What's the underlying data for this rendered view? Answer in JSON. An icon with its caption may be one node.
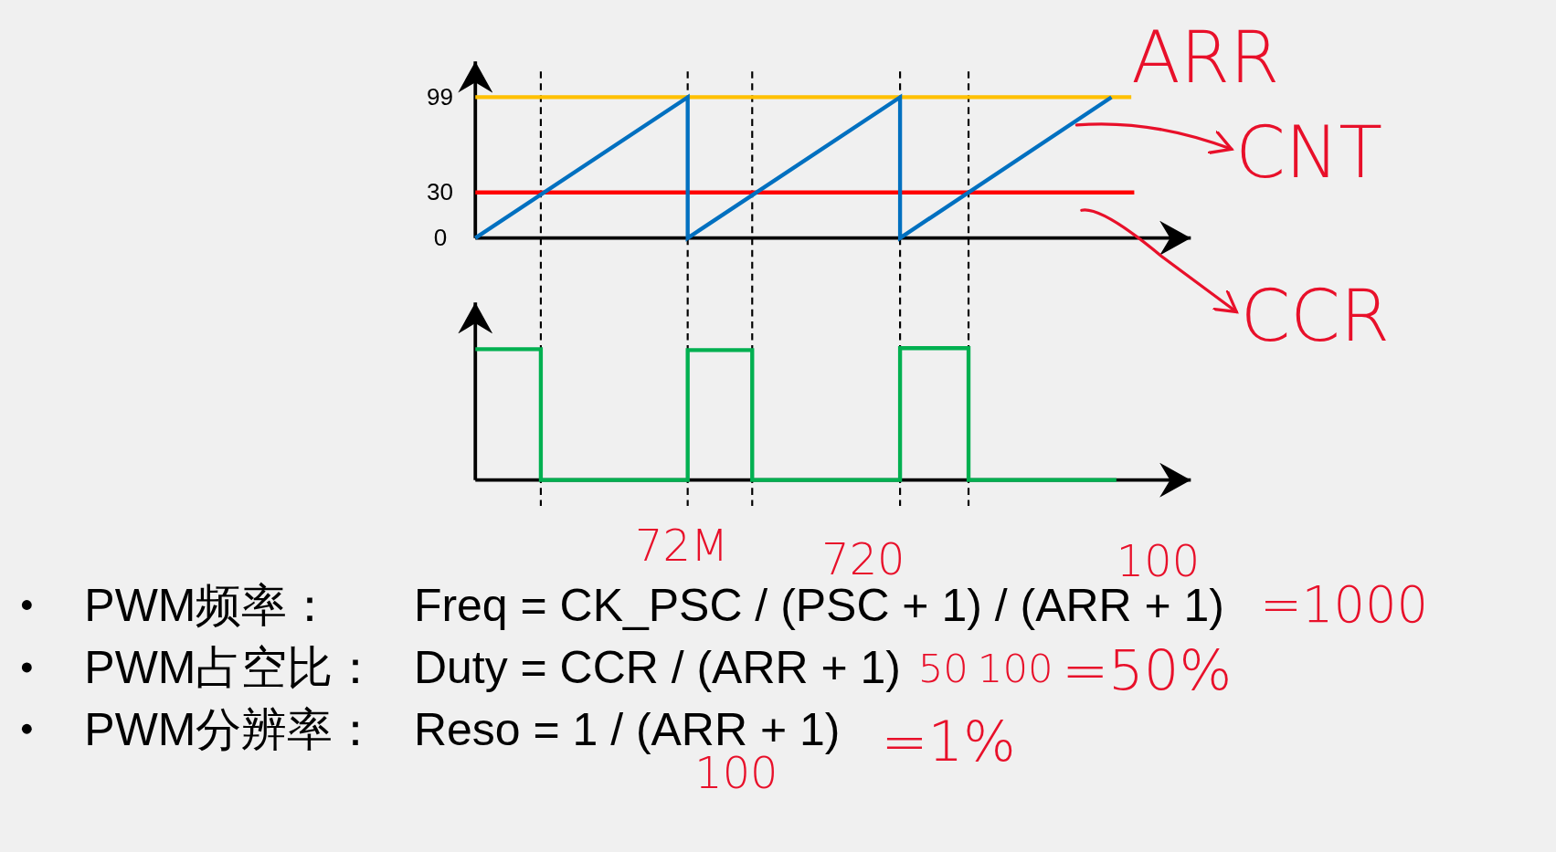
{
  "diagram": {
    "nodes": [
      {
        "text": [
          "CNT"
        ]
      },
      {
        "text": [
          "CCR"
        ]
      }
    ],
    "edges": [
      {
        "from": null,
        "to": 0,
        "arrow": "to"
      },
      {
        "from": null,
        "to": 1,
        "arrow": "to"
      }
    ],
    "labels": [
      "ARR",
      "99",
      "30",
      "0",
      "72M",
      "720",
      "100",
      "PWM频率：",
      "Freq = CK_PSC / (PSC + 1) / (ARR + 1)",
      "=1000",
      "PWM占空比：",
      "Duty = CCR / (ARR + 1)",
      "50",
      "100",
      "=50%",
      "PWM分辨率：",
      "Reso = 1 / (ARR + 1)",
      "100",
      "=1%"
    ]
  }
}
